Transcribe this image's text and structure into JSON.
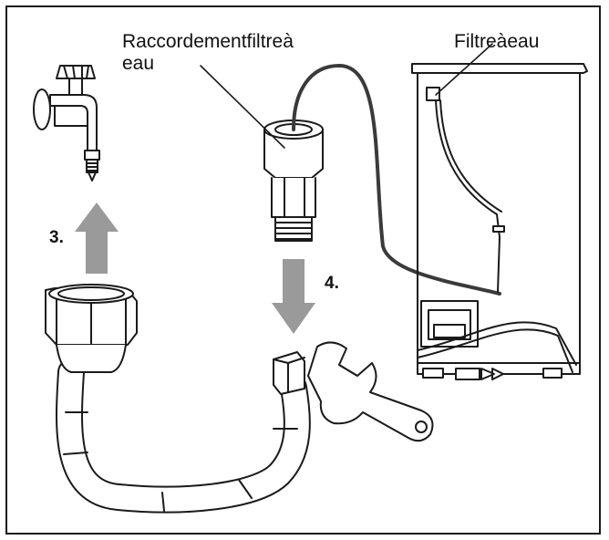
{
  "labels": {
    "connector_line1": "Raccordementfiltreà",
    "connector_line2": "eau",
    "filter": "Filtreàeau"
  },
  "steps": {
    "step3": "3.",
    "step4": "4."
  },
  "colors": {
    "line": "#1a1a1a",
    "arrow": "#9a9a9a",
    "hose": "#3a3a3a",
    "background": "#ffffff"
  },
  "icons": [
    "faucet-icon",
    "hose-nut-icon",
    "wrench-icon",
    "dishwasher-icon",
    "filter-connector-icon"
  ]
}
